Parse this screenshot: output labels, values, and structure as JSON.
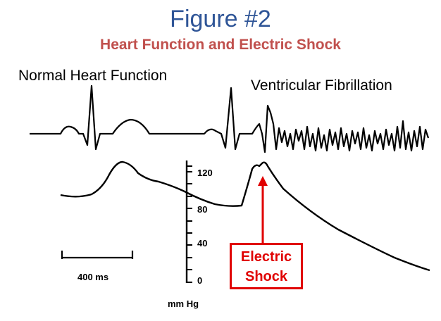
{
  "figure": {
    "title": "Figure #2",
    "subtitle": "Heart Function and Electric Shock",
    "label_normal": "Normal Heart Function",
    "label_vfib": "Ventricular Fibrillation",
    "scale_bar_label": "400 ms",
    "axis_unit": "mm Hg",
    "axis_ticks": [
      "120",
      "80",
      "40",
      "0"
    ],
    "shock_label_line1": "Electric",
    "shock_label_line2": "Shock"
  },
  "colors": {
    "title": "#2f5597",
    "subtitle": "#c0504d",
    "shock": "#e00000",
    "trace": "#000000"
  }
}
